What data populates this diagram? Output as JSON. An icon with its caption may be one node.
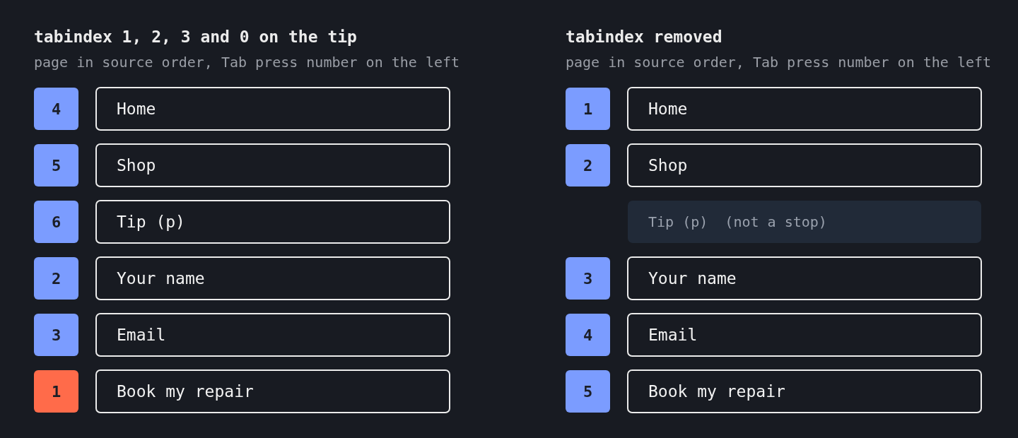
{
  "diagram": {
    "nodes": [
      {
        "text": [
          "4"
        ]
      },
      {
        "text": [
          "Home"
        ]
      },
      {
        "text": [
          "5"
        ]
      },
      {
        "text": [
          "Shop"
        ]
      },
      {
        "text": [
          "6"
        ]
      },
      {
        "text": [
          "Tip (p)"
        ]
      },
      {
        "text": [
          "2"
        ]
      },
      {
        "text": [
          "Your name"
        ]
      },
      {
        "text": [
          "3"
        ]
      },
      {
        "text": [
          "Email"
        ]
      },
      {
        "text": [
          "1"
        ]
      },
      {
        "text": [
          "Book my repair"
        ]
      },
      {
        "text": [
          "1"
        ]
      },
      {
        "text": [
          "Home"
        ]
      },
      {
        "text": [
          "2"
        ]
      },
      {
        "text": [
          "Shop"
        ]
      },
      {
        "text": [
          "Tip (p)  (not a stop)"
        ]
      },
      {
        "text": [
          "3"
        ]
      },
      {
        "text": [
          "Your name"
        ]
      },
      {
        "text": [
          "4"
        ]
      },
      {
        "text": [
          "Email"
        ]
      },
      {
        "text": [
          "5"
        ]
      },
      {
        "text": [
          "Book my repair"
        ]
      }
    ],
    "labels": [
      "tabindex 1, 2, 3 and 0 on the tip",
      "page in source order, Tab press number on the left",
      "tabindex removed",
      "page in source order, Tab press number on the left"
    ]
  }
}
